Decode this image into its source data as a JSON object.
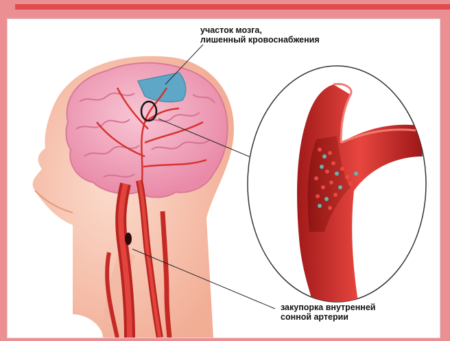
{
  "labels": {
    "brain_area_line1": "участок мозга,",
    "brain_area_line2": "лишенный кровоснабжения",
    "occlusion_line1": "закупорка внутренней",
    "occlusion_line2": "сонной артерии"
  },
  "colors": {
    "frame": "#ec8f92",
    "frame_accent": "#e14b50",
    "skin": "#f6c2ae",
    "brain": "#f1a4bc",
    "ischemic_area": "#5fa7c6",
    "artery": "#d7312c",
    "clot": "#7a1612"
  }
}
